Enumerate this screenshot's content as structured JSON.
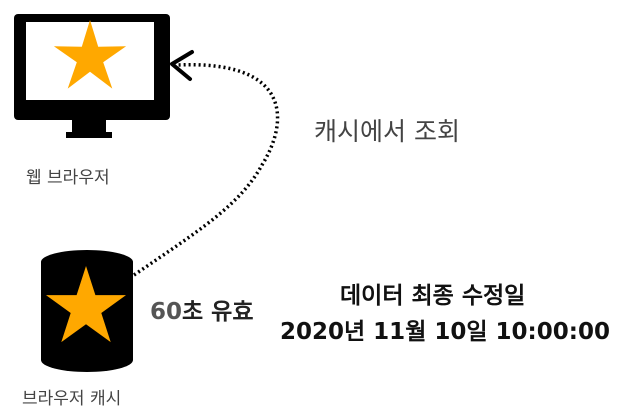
{
  "browser": {
    "label": "웹 브라우저",
    "icon": "monitor-icon"
  },
  "cache": {
    "label": "브라우저 캐시",
    "icon": "database-icon"
  },
  "arrow": {
    "label": "캐시에서 조회"
  },
  "validity": {
    "value": "60",
    "unit": "초 유효"
  },
  "last_modified": {
    "title": "데이터 최종 수정일",
    "value": "2020년 11월 10일 10:00:00"
  },
  "colors": {
    "star": "#FFA800",
    "dark": "#000000",
    "text": "#444444"
  }
}
